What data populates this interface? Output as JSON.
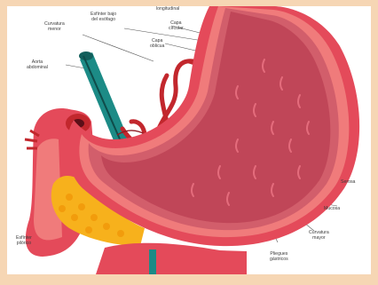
{
  "labels": {
    "longitudinal": "longitudinal",
    "esfinter_bajo": "Esfínter bajo\ndel esófago",
    "curvatura_menor": "Curvatura\nmenor",
    "capa_circular": "Capa\ncircular",
    "capa_oblicua": "Capa\noblicua",
    "aorta": "Aorta\nabdominal",
    "serosa": "Serosa",
    "mucosa": "Mucosa",
    "curvatura_mayor": "Curvatura\nmayor",
    "pliegues": "Pliegues\ngástricos",
    "esfinter_pilorico": "Esfínter\npilórico"
  },
  "colors": {
    "frame": "#f6d6b4",
    "outer_wall": "#e44a5a",
    "muscle": "#f07b7b",
    "inner": "#d25e6b",
    "mucosa": "#c04658",
    "aorta": "#1c8b86",
    "vessel": "#c2272d",
    "pancreas": "#f7b11c"
  }
}
